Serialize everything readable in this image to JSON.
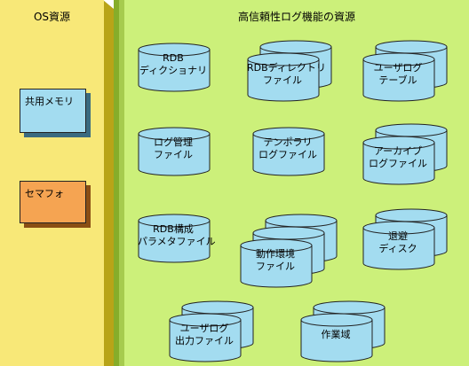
{
  "colors": {
    "os_panel": "#f8e878",
    "os_panel_side": "#b8a418",
    "res_panel": "#ccf07a",
    "res_panel_side": "#86ad2a",
    "cylinder_fill": "#a3dcf0",
    "memory_box": "#a3dcf0",
    "semaphore_box": "#f5a452"
  },
  "os": {
    "title": "OS資源",
    "shared_memory": "共用メモリ",
    "semaphore": "セマフォ"
  },
  "resources": {
    "title": "高信頼性ログ機能の資源",
    "items": [
      {
        "id": "rdb-dictionary",
        "stack": 1,
        "lines": [
          "RDB",
          "ディクショナリ"
        ]
      },
      {
        "id": "rdb-directory-file",
        "stack": 2,
        "lines": [
          "RDBディレクトリ",
          "ファイル"
        ]
      },
      {
        "id": "user-log-table",
        "stack": 2,
        "lines": [
          "ユーザログ",
          "テーブル"
        ]
      },
      {
        "id": "log-management-file",
        "stack": 1,
        "lines": [
          "ログ管理",
          "ファイル"
        ]
      },
      {
        "id": "temporary-log-file",
        "stack": 1,
        "lines": [
          "テンポラリ",
          "ログファイル"
        ]
      },
      {
        "id": "archive-log-file",
        "stack": 2,
        "lines": [
          "アーカイブ",
          "ログファイル"
        ]
      },
      {
        "id": "rdb-config-param-file",
        "stack": 1,
        "lines": [
          "RDB構成",
          "パラメタファイル"
        ]
      },
      {
        "id": "operation-env-file",
        "stack": 3,
        "lines": [
          "動作環境",
          "ファイル"
        ]
      },
      {
        "id": "evacuation-disk",
        "stack": 2,
        "lines": [
          "退避",
          "ディスク"
        ]
      },
      {
        "id": "user-log-output-file",
        "stack": 2,
        "lines": [
          "ユーザログ",
          "出力ファイル"
        ]
      },
      {
        "id": "work-area",
        "stack": 2,
        "lines": [
          "作業域",
          ""
        ]
      }
    ]
  }
}
